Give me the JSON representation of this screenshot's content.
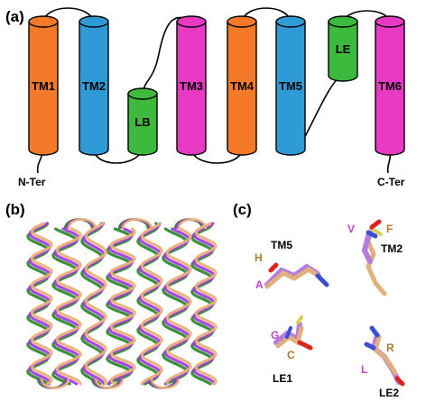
{
  "panels": {
    "a": {
      "label": "(a)",
      "helices": [
        {
          "label": "TM1",
          "color": "#F47A2A"
        },
        {
          "label": "TM2",
          "color": "#2E9BD6"
        },
        {
          "label": "LB",
          "color": "#3DB93D"
        },
        {
          "label": "TM3",
          "color": "#E839C2"
        },
        {
          "label": "TM4",
          "color": "#F47A2A"
        },
        {
          "label": "TM5",
          "color": "#2E9BD6"
        },
        {
          "label": "LE",
          "color": "#3DB93D"
        },
        {
          "label": "TM6",
          "color": "#E839C2"
        }
      ],
      "n_terminus": "N-Ter",
      "c_terminus": "C-Ter"
    },
    "b": {
      "label": "(b)",
      "series_colors": [
        "#2E8B2E",
        "#A43DE0",
        "#E8B27A"
      ]
    },
    "c": {
      "label": "(c)",
      "groups": [
        {
          "name": "TM5",
          "res_top": "H",
          "res_top_color": "#B07A2E",
          "res_bottom": "A",
          "res_bottom_color": "#C13FD6"
        },
        {
          "name": "TM2",
          "res_top": "V",
          "res_top_color": "#C13FD6",
          "res_bottom": "F",
          "res_bottom_color": "#B07A2E"
        },
        {
          "name": "LE1",
          "res_top": "G",
          "res_top_color": "#C13FD6",
          "res_bottom": "C",
          "res_bottom_color": "#B07A2E"
        },
        {
          "name": "LE2",
          "res_top": "R",
          "res_top_color": "#B07A2E",
          "res_bottom": "L",
          "res_bottom_color": "#C13FD6"
        }
      ]
    }
  }
}
